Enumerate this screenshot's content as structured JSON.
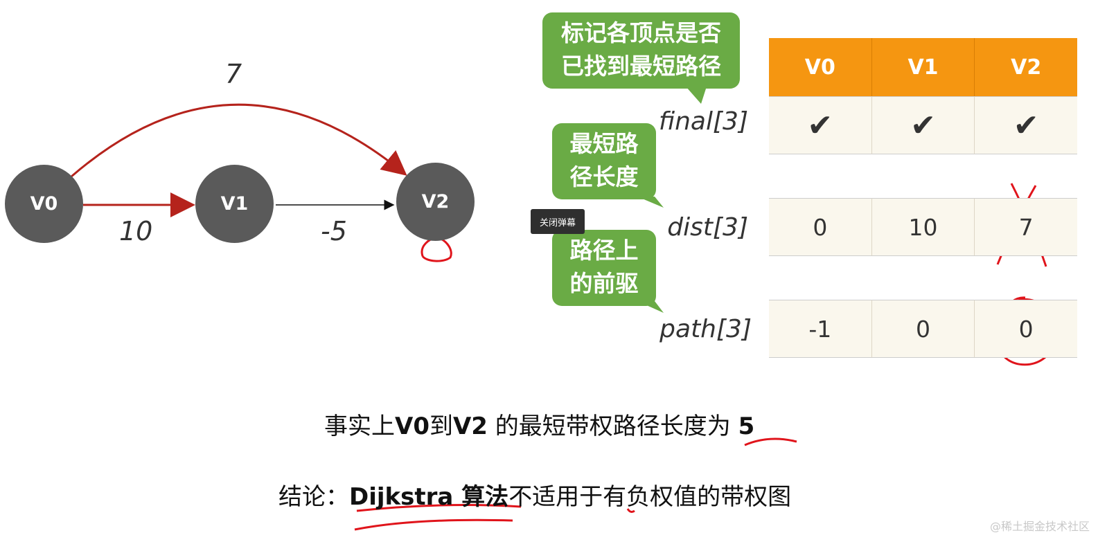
{
  "graph": {
    "nodes": [
      "V0",
      "V1",
      "V2"
    ],
    "edges": [
      {
        "from": "V0",
        "to": "V2",
        "weight": "7"
      },
      {
        "from": "V0",
        "to": "V1",
        "weight": "10"
      },
      {
        "from": "V1",
        "to": "V2",
        "weight": "-5"
      }
    ]
  },
  "bubbles": {
    "final_note": [
      "标记各顶点是否",
      "已找到最短路径"
    ],
    "dist_note": [
      "最短路",
      "径长度"
    ],
    "path_note": [
      "路径上",
      "的前驱"
    ]
  },
  "table": {
    "headers": [
      "V0",
      "V1",
      "V2"
    ],
    "rows": [
      {
        "label": "final[3]",
        "values": [
          "✔",
          "✔",
          "✔"
        ]
      },
      {
        "label": "dist[3]",
        "values": [
          "0",
          "10",
          "7"
        ]
      },
      {
        "label": "path[3]",
        "values": [
          "-1",
          "0",
          "0"
        ]
      }
    ]
  },
  "tooltip": "关闭弹幕",
  "captions": {
    "line1_a": "事实上",
    "line1_b": "V0",
    "line1_c": "到",
    "line1_d": "V2",
    "line1_e": " 的最短带权路径长度为 ",
    "line1_f": "5",
    "line2_a": "结论：",
    "line2_b": "Dijkstra 算法",
    "line2_c": "不适用于有负权值的带权图"
  },
  "watermark": "@稀土掘金技术社区",
  "colors": {
    "node": "#5a5a5a",
    "highlight_edge": "#b5231c",
    "bubble": "#6aab45",
    "header": "#f59611",
    "annotation": "#e0141b"
  }
}
